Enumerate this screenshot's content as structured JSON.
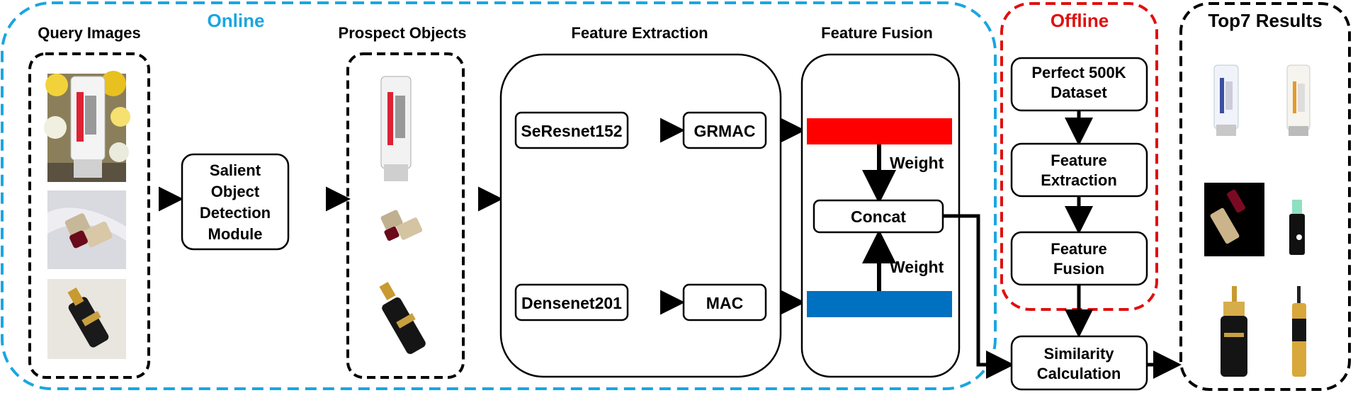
{
  "colors": {
    "online": "#1aa6e0",
    "offline": "#e01010",
    "grmac_bar": "#ff0000",
    "mac_bar": "#0070c0"
  },
  "online": {
    "title": "Online",
    "query_images": {
      "title": "Query Images",
      "items": [
        "tube-photo",
        "lipstick-photo",
        "eyeliner-photo"
      ]
    },
    "salient_module": {
      "lines": [
        "Salient",
        "Object",
        "Detection",
        "Module"
      ]
    },
    "prospect_objects": {
      "title": "Prospect Objects",
      "items": [
        "tube-object",
        "lipstick-object",
        "eyeliner-object"
      ]
    },
    "feature_extraction": {
      "title": "Feature Extraction",
      "top_backbone": "SeResnet152",
      "top_pooling": "GRMAC",
      "bottom_backbone": "Densenet201",
      "bottom_pooling": "MAC"
    },
    "feature_fusion": {
      "title": "Feature Fusion",
      "weight_top": "Weight",
      "weight_bottom": "Weight",
      "concat": "Concat"
    }
  },
  "offline": {
    "title": "Offline",
    "dataset": [
      "Perfect 500K",
      "Dataset"
    ],
    "extraction": [
      "Feature",
      "Extraction"
    ],
    "fusion": [
      "Feature",
      "Fusion"
    ]
  },
  "similarity": [
    "Similarity",
    "Calculation"
  ],
  "results": {
    "title": "Top7 Results",
    "items": [
      "result-tube-1",
      "result-tube-2",
      "result-lipstick-1",
      "result-lipstick-2",
      "result-eyeliner-1",
      "result-eyeliner-2"
    ]
  }
}
